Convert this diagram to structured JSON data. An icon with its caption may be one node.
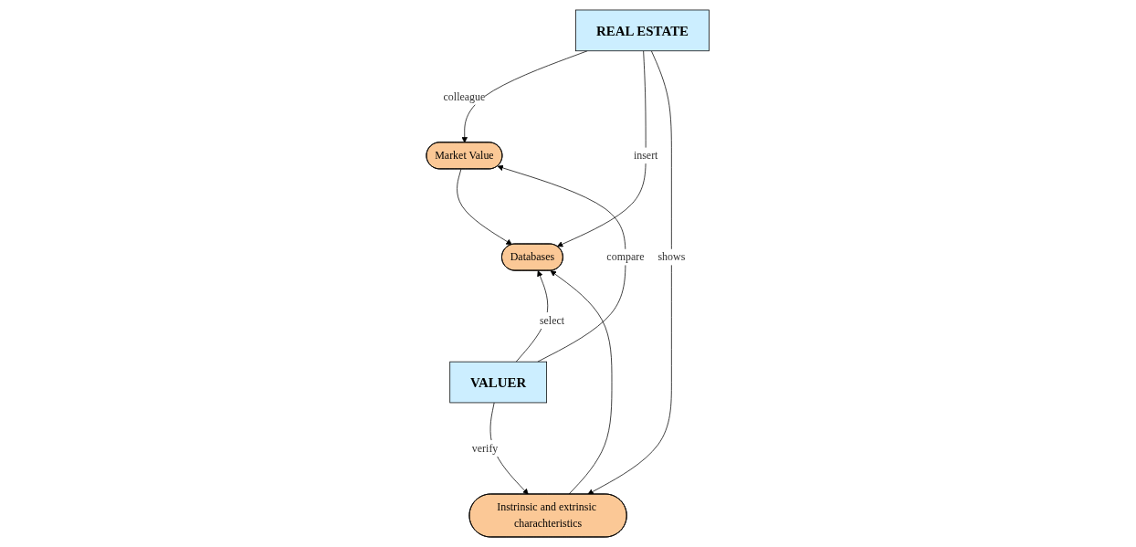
{
  "diagram": {
    "nodes": [
      {
        "text": [
          "REAL ESTATE"
        ]
      },
      {
        "text": [
          "Market Value"
        ]
      },
      {
        "text": [
          "Instrinsic and extrinsic charachteristics"
        ]
      },
      {
        "text": [
          "Databases"
        ]
      },
      {
        "text": [
          "VALUER"
        ]
      }
    ],
    "edges": [
      {
        "from": 0,
        "to": 1,
        "arrow": "to",
        "label": "colleague"
      },
      {
        "from": 0,
        "to": 3,
        "arrow": "to",
        "label": "insert"
      },
      {
        "from": 0,
        "to": 2,
        "arrow": "to",
        "label": "shows"
      },
      {
        "from": 1,
        "to": 3,
        "arrow": "to"
      },
      {
        "from": 2,
        "to": 3,
        "arrow": "to"
      },
      {
        "from": 4,
        "to": 1,
        "arrow": "to",
        "label": "compare"
      },
      {
        "from": 4,
        "to": 3,
        "arrow": "to",
        "label": "select"
      },
      {
        "from": 4,
        "to": 2,
        "arrow": "to",
        "label": "verify"
      }
    ]
  }
}
